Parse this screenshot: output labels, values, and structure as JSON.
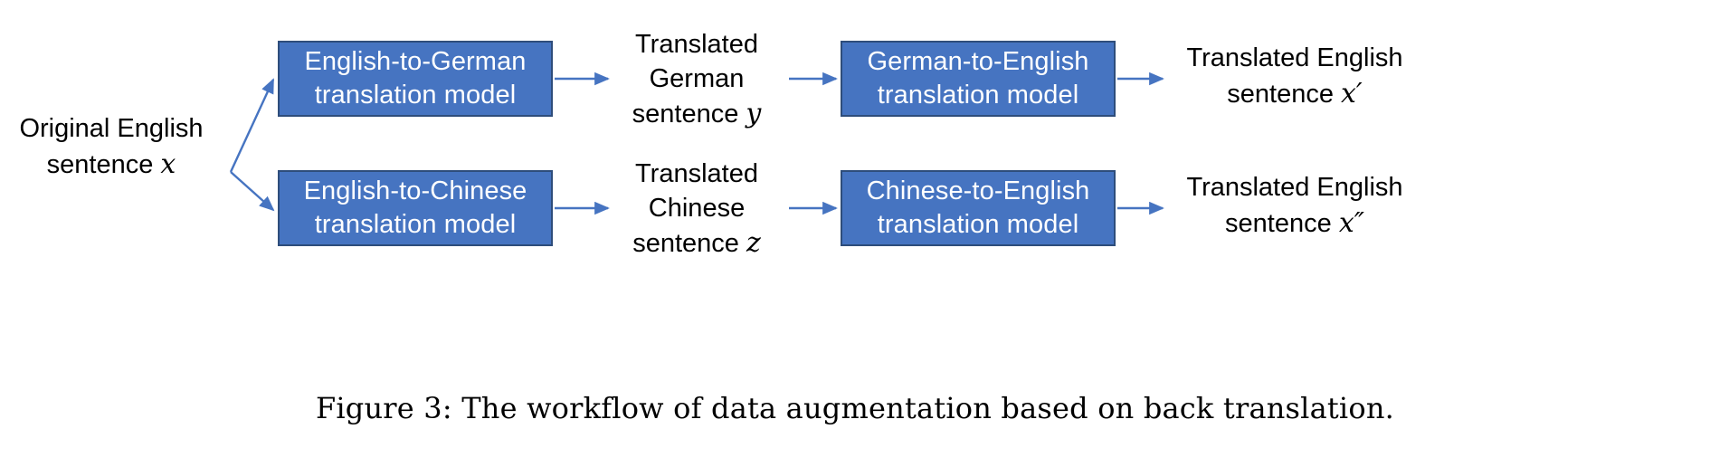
{
  "figure": {
    "caption": "Figure 3: The workflow of data augmentation based on back translation.",
    "colors": {
      "box_fill": "#4674C1",
      "box_border": "#2E4D7B",
      "box_text": "#FFFFFF",
      "arrow": "#4674C1",
      "label_text": "#000000",
      "background": "#FFFFFF"
    }
  },
  "nodes": {
    "source": {
      "line1": "Original English",
      "line2_prefix": "sentence ",
      "line2_var": "x"
    },
    "en_to_de_box": {
      "line1": "English-to-German",
      "line2": "translation model"
    },
    "de_to_en_box": {
      "line1": "German-to-English",
      "line2": "translation model"
    },
    "en_to_zh_box": {
      "line1": "English-to-Chinese",
      "line2": "translation model"
    },
    "zh_to_en_box": {
      "line1": "Chinese-to-English",
      "line2": "translation model"
    },
    "german_sentence": {
      "line1": "Translated",
      "line2": "German",
      "line3_prefix": "sentence ",
      "line3_var": "y"
    },
    "chinese_sentence": {
      "line1": "Translated",
      "line2": "Chinese",
      "line3_prefix": "sentence ",
      "line3_var": "z"
    },
    "english_back_1": {
      "line1": "Translated English",
      "line2_prefix": "sentence ",
      "line2_var": "x′"
    },
    "english_back_2": {
      "line1": "Translated English",
      "line2_prefix": "sentence ",
      "line2_var": "x″"
    }
  },
  "edges": [
    {
      "name": "source-to-en-de",
      "from": "source",
      "to": "en_to_de_box"
    },
    {
      "name": "source-to-en-zh",
      "from": "source",
      "to": "en_to_zh_box"
    },
    {
      "name": "en-de-to-german",
      "from": "en_to_de_box",
      "to": "german_sentence"
    },
    {
      "name": "german-to-de-en",
      "from": "german_sentence",
      "to": "de_to_en_box"
    },
    {
      "name": "de-en-to-english",
      "from": "de_to_en_box",
      "to": "english_back_1"
    },
    {
      "name": "en-zh-to-chinese",
      "from": "en_to_zh_box",
      "to": "chinese_sentence"
    },
    {
      "name": "chinese-to-zh-en",
      "from": "chinese_sentence",
      "to": "zh_to_en_box"
    },
    {
      "name": "zh-en-to-english",
      "from": "zh_to_en_box",
      "to": "english_back_2"
    }
  ]
}
